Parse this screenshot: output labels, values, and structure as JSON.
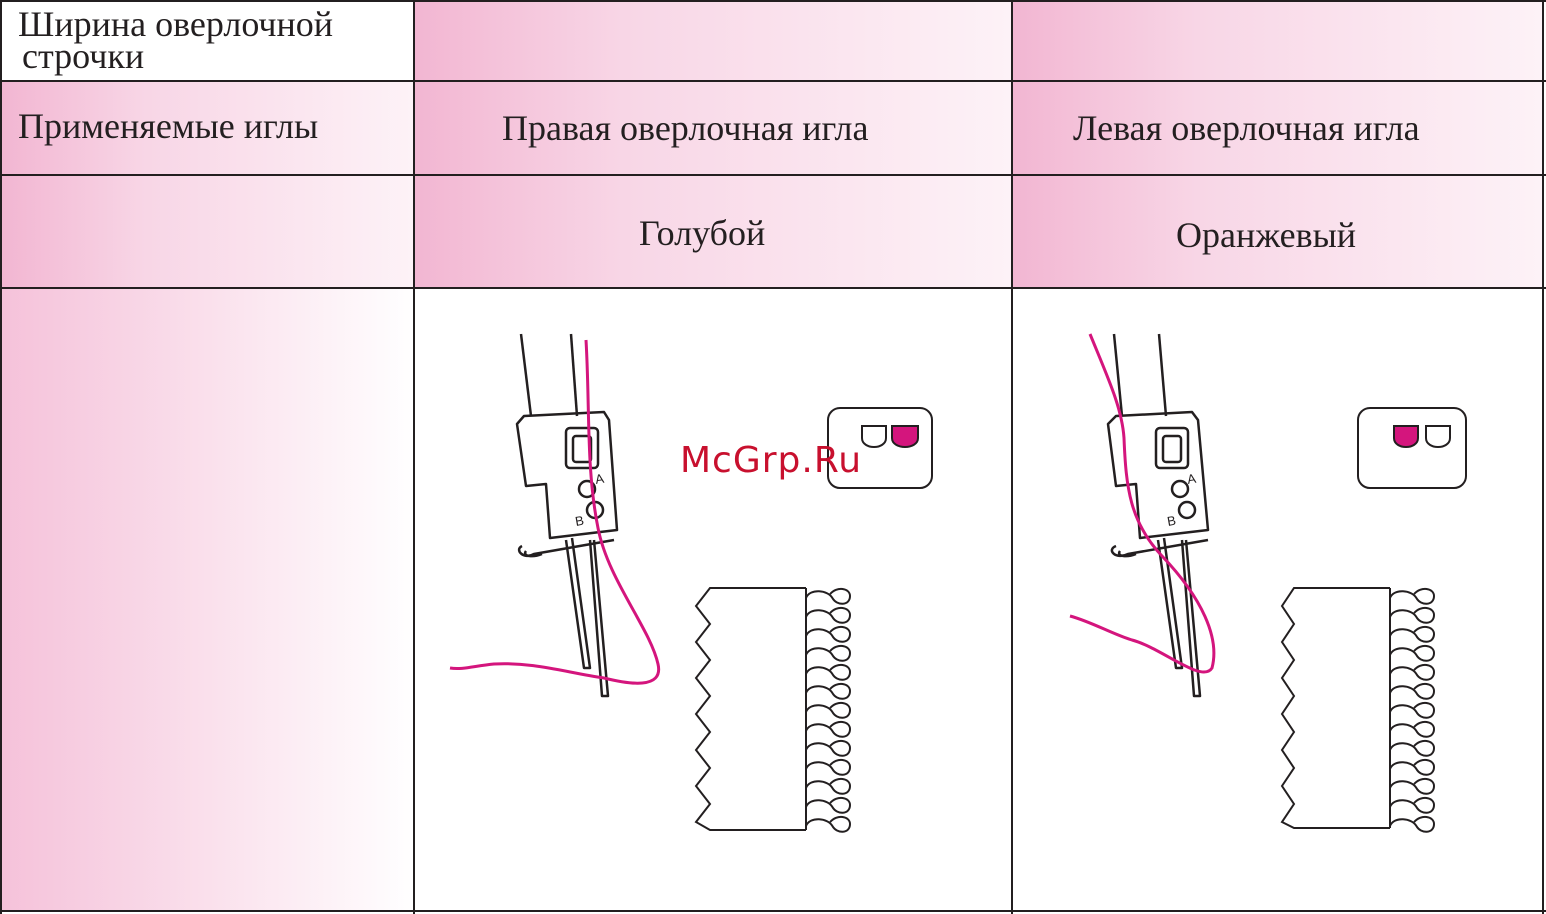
{
  "table": {
    "row1": {
      "label_line1": "Ширина оверлочной",
      "label_line2": "строчки"
    },
    "row2": {
      "label": "Применяемые иглы",
      "col1": "Правая оверлочная игла",
      "col2": "Левая  оверлочная игла"
    },
    "row3": {
      "col1": "Голубой",
      "col2": "Оранжевый"
    }
  },
  "diagram": {
    "needle_labels": {
      "a": "A",
      "b": "B"
    }
  },
  "watermark": "McGrp.Ru",
  "colors": {
    "thread": "#d4157d",
    "line": "#231f20",
    "pink": "#f2b6d2"
  }
}
